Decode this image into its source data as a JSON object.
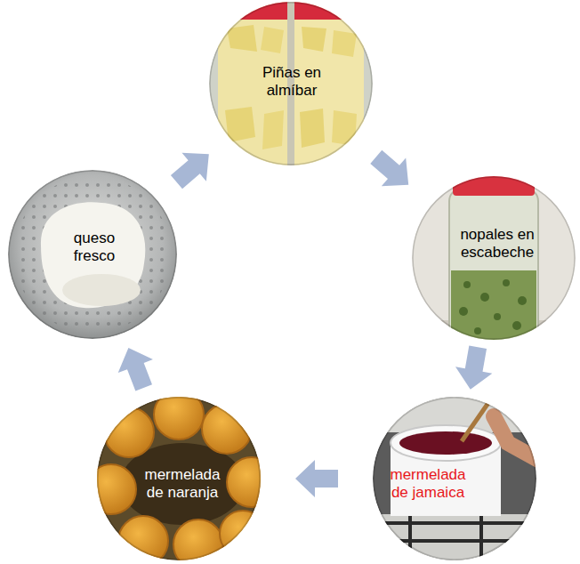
{
  "diagram": {
    "nodes": [
      {
        "text": [
          "Piñas en almíbar"
        ]
      },
      {
        "text": [
          "nopales en escabeche"
        ]
      },
      {
        "text": [
          "mermelada de jamaica"
        ]
      },
      {
        "text": [
          "mermelada de naranja"
        ]
      },
      {
        "text": [
          "queso fresco"
        ]
      }
    ],
    "edges": [
      {
        "from": 0,
        "to": 1,
        "arrow": "to"
      },
      {
        "from": 1,
        "to": 2,
        "arrow": "to"
      },
      {
        "from": 2,
        "to": 3,
        "arrow": "to"
      },
      {
        "from": 3,
        "to": 4,
        "arrow": "to"
      },
      {
        "from": 4,
        "to": 0,
        "arrow": "to"
      }
    ]
  }
}
